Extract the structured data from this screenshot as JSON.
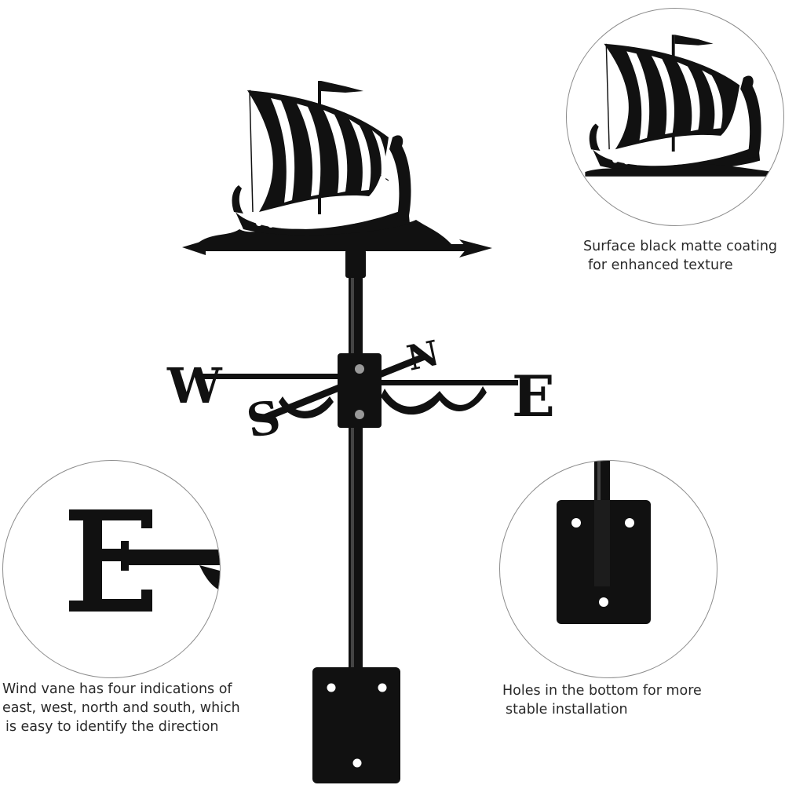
{
  "product": {
    "compass_letters": {
      "west": "W",
      "north": "N",
      "south": "S",
      "east": "E"
    }
  },
  "callouts": {
    "coating": {
      "lines": [
        "Surface black matte coating",
        "for enhanced texture"
      ]
    },
    "directions": {
      "lines": [
        "Wind vane has four indications of",
        "east, west, north and south, which",
        "is easy to identify the direction"
      ]
    },
    "holes": {
      "lines": [
        "Holes in the bottom for more",
        "stable installation"
      ]
    }
  },
  "colors": {
    "metal": "#111111",
    "outline": "#8c8c8c",
    "background": "#ffffff"
  }
}
